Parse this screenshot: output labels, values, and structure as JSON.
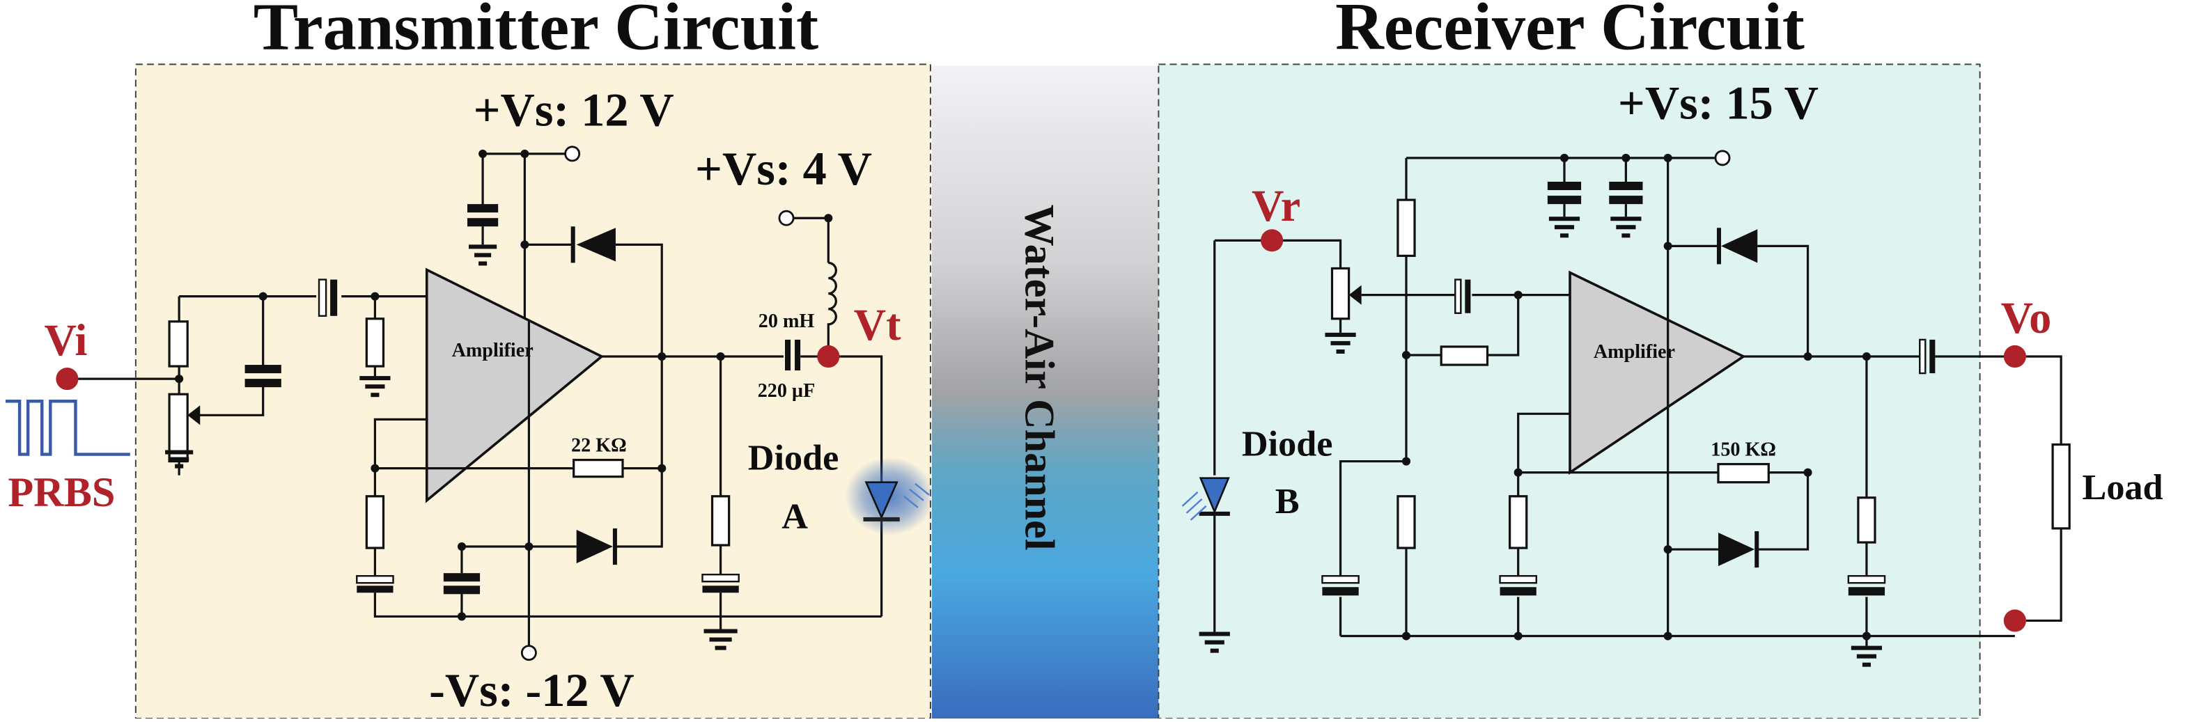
{
  "transmitter": {
    "title": "Transmitter Circuit",
    "supply_positive": "+Vs: 12 V",
    "supply_led": "+Vs: 4 V",
    "supply_negative": "-Vs: -12 V",
    "amplifier_label": "Amplifier",
    "feedback_resistor": "22 KΩ",
    "inductor": "20 mH",
    "coupling_capacitor": "220 µF",
    "diode_label_line1": "Diode",
    "diode_label_line2": "A",
    "input_node": "Vi",
    "input_source": "PRBS",
    "output_node": "Vt"
  },
  "channel": {
    "label": "Water-Air Channel",
    "gradient_colors": [
      "#f2f2f6",
      "#d2d2d4",
      "#a2a3a6",
      "#5ea6c4",
      "#4aa8e0",
      "#3a6cbe"
    ]
  },
  "receiver": {
    "title": "Receiver Circuit",
    "supply_positive": "+Vs: 15 V",
    "amplifier_label": "Amplifier",
    "feedback_resistor": "150 KΩ",
    "diode_label_line1": "Diode",
    "diode_label_line2": "B",
    "input_node": "Vr",
    "output_node": "Vo",
    "load_label": "Load"
  },
  "colors": {
    "transmitter_bg": "#fbf3dc",
    "receiver_bg": "#dff3f1",
    "node_red": "#b0222a",
    "prbs_blue": "#3a5aa8",
    "diode_blue": "#3a6ec0"
  }
}
